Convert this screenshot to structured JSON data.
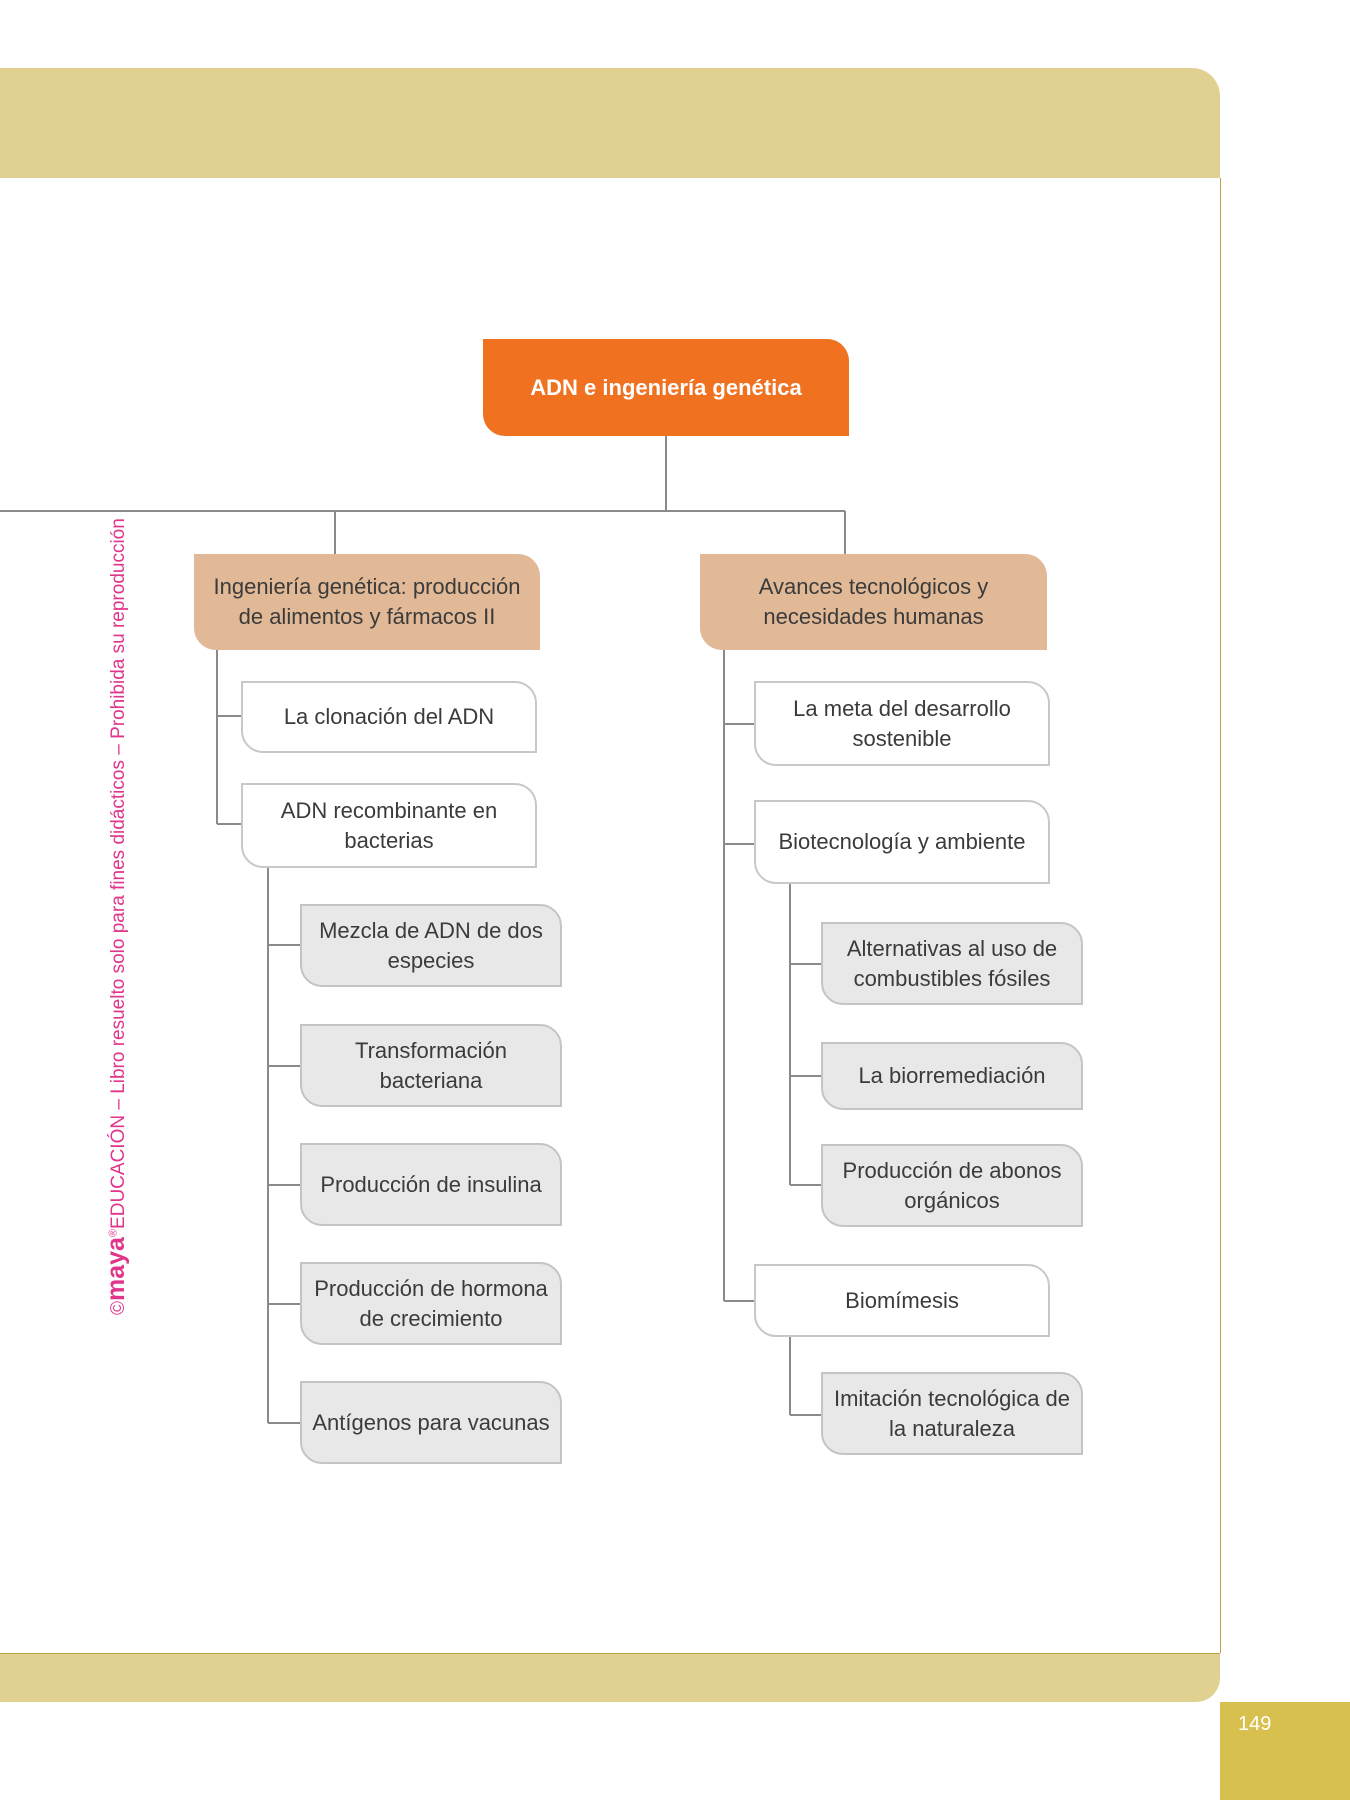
{
  "watermark": {
    "copyright": "©",
    "brand": "maya",
    "registered": "®",
    "text": "EDUCACIÓN – Libro resuelto solo para fines didácticos – Prohibida su reproducción"
  },
  "page_number": "149",
  "colors": {
    "root": "#f07220",
    "branch": "#e2b996",
    "band": "#e1d190",
    "watermark": "#e0358a"
  },
  "diagram": {
    "root": "ADN e ingeniería genética",
    "left": {
      "title": "Ingeniería genética: producción de alimentos y fármacos II",
      "children": [
        "La clonación del ADN",
        "ADN recombinante en bacterias"
      ],
      "subchildren": [
        "Mezcla de ADN de dos especies",
        "Transformación bacteriana",
        "Producción de insulina",
        "Producción de hormona de crecimiento",
        "Antígenos para vacunas"
      ]
    },
    "right": {
      "title": "Avances tecnológicos y necesidades humanas",
      "children": [
        "La meta del desarrollo sostenible",
        "Biotecnología y ambiente",
        "Biomímesis"
      ],
      "biotech_sub": [
        "Alternativas al uso de combustibles fósiles",
        "La biorremediación",
        "Producción de abonos orgánicos"
      ],
      "biomimesis_sub": [
        "Imitación tecnológica de la naturaleza"
      ]
    }
  }
}
